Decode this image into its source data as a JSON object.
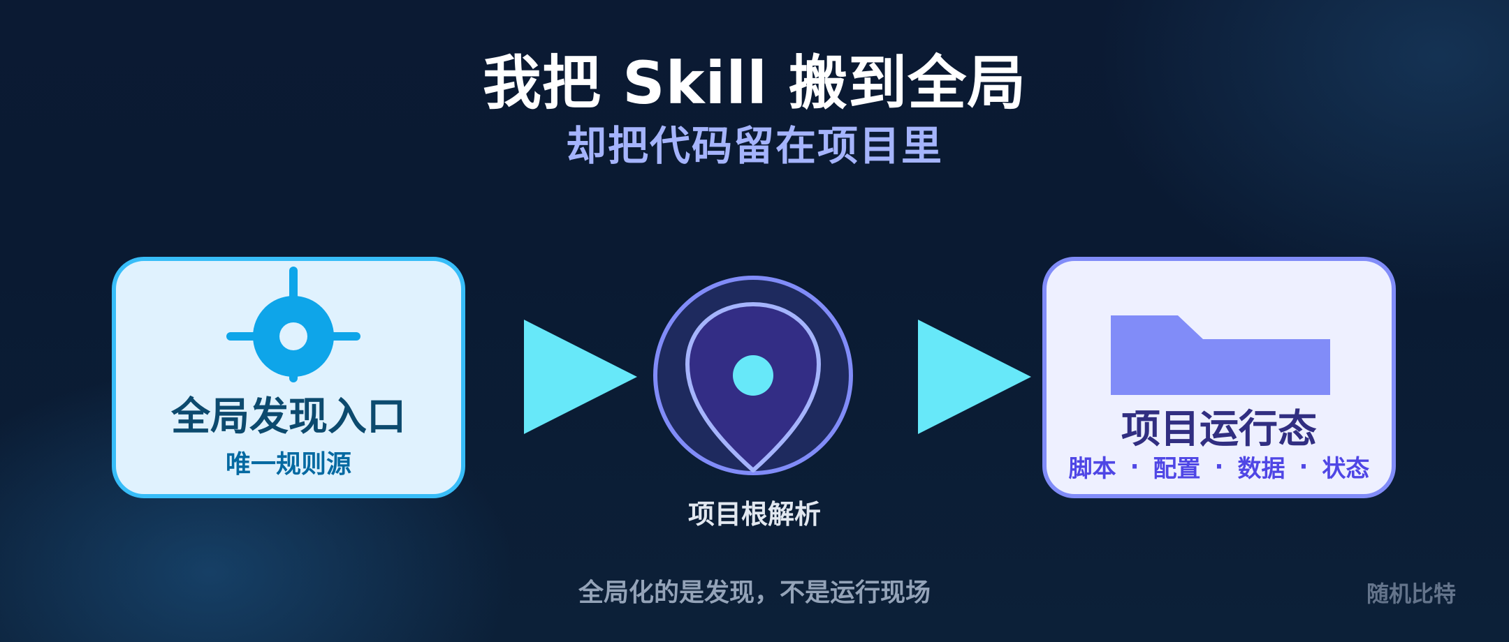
{
  "header": {
    "title": "我把 Skill 搬到全局",
    "subtitle": "却把代码留在项目里"
  },
  "left_card": {
    "title": "全局发现入口",
    "subtitle": "唯一规则源",
    "icon": "crosshair-target-icon"
  },
  "middle": {
    "label": "项目根解析",
    "icon": "location-pin-icon"
  },
  "right_card": {
    "title": "项目运行态",
    "items": [
      "脚本",
      "配置",
      "数据",
      "状态"
    ],
    "separator": "·",
    "icon": "folder-icon"
  },
  "footer": {
    "note": "全局化的是发现，不是运行现场",
    "brand": "随机比特"
  },
  "colors": {
    "cyan": "#67e8f9",
    "sky": "#38bdf8",
    "indigo": "#818cf8",
    "pin_fill": "#312e81",
    "subtitle": "#a5b4fc"
  }
}
